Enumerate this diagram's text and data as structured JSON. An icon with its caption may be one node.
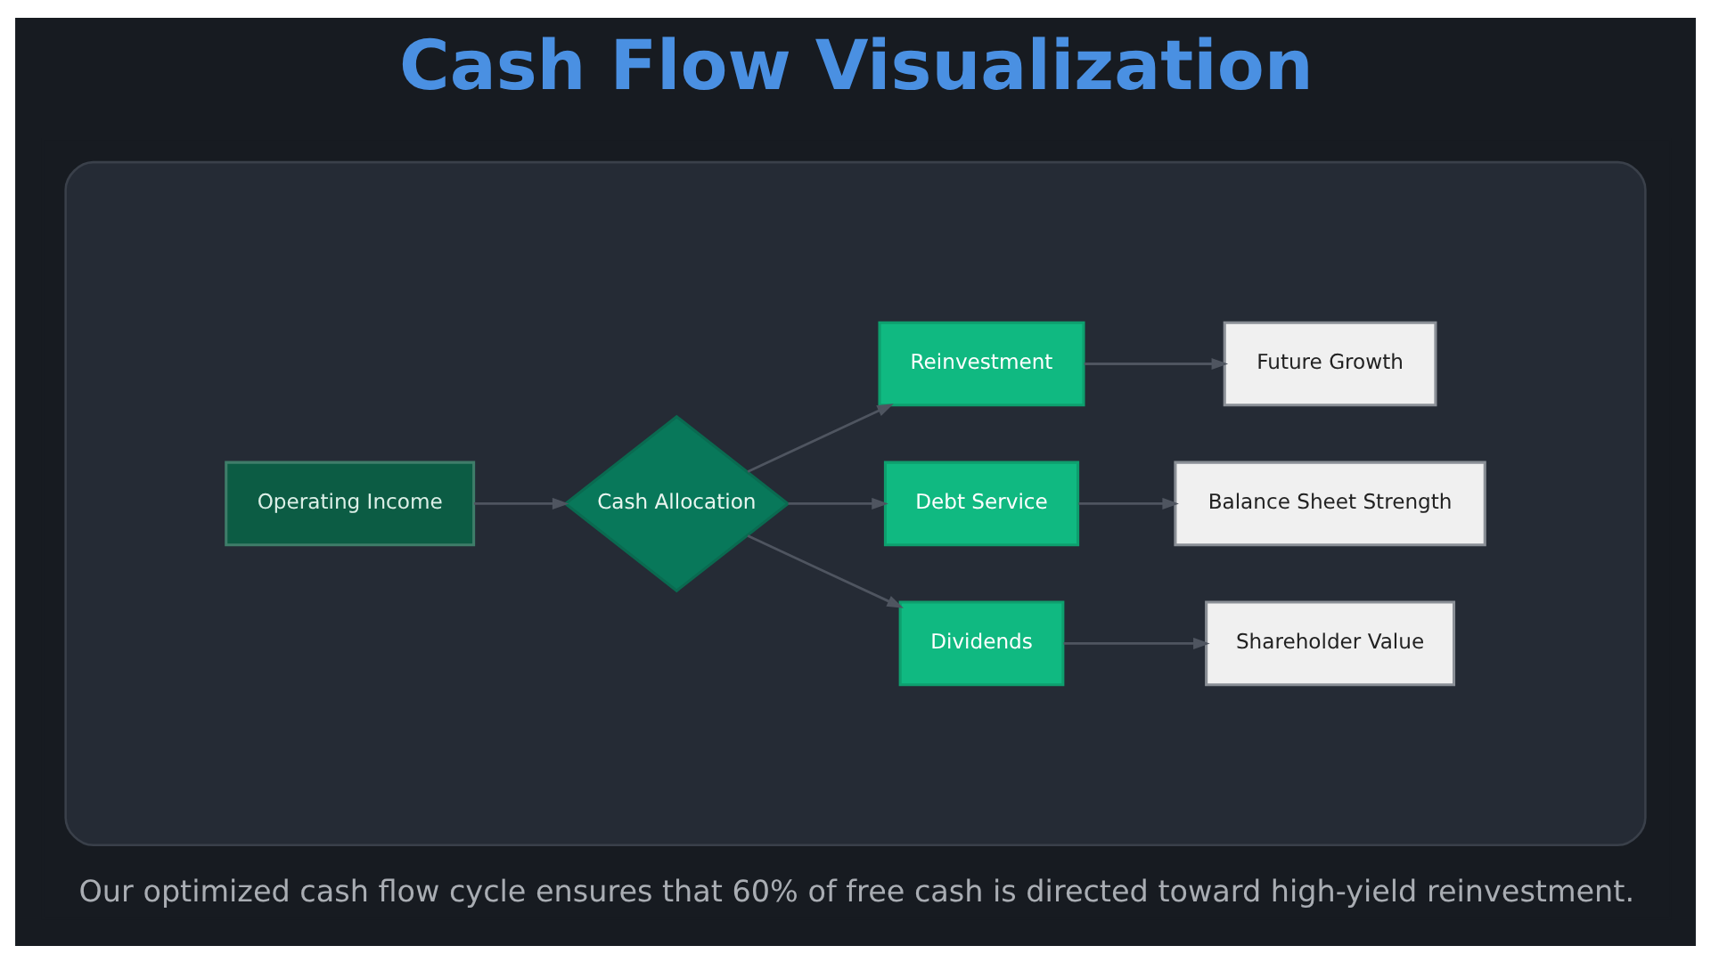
{
  "diagram": {
    "title": "Cash Flow Visualization",
    "caption": "Our optimized cash flow cycle ensures that 60% of free cash is directed toward high-yield reinvestment.",
    "nodes": [
      {
        "text": [],
        "shape": "box"
      },
      {
        "text": [
          "Operating Income"
        ],
        "in": 0
      },
      {
        "text": [
          "Cash Allocation"
        ],
        "in": 0
      },
      {
        "text": [
          "Reinvestment"
        ],
        "in": 0
      },
      {
        "text": [
          "Debt Service"
        ],
        "in": 0
      },
      {
        "text": [
          "Dividends"
        ],
        "in": 0
      },
      {
        "text": [
          "Future Growth"
        ],
        "in": 0
      },
      {
        "text": [
          "Balance Sheet Strength"
        ],
        "in": 0
      },
      {
        "text": [
          "Shareholder Value"
        ],
        "in": 0
      }
    ],
    "edges": [
      {
        "from": 1,
        "to": 2,
        "arrow": "to"
      },
      {
        "from": 2,
        "to": 3,
        "arrow": "to"
      },
      {
        "from": 2,
        "to": 4,
        "arrow": "to"
      },
      {
        "from": 2,
        "to": 5,
        "arrow": "to"
      },
      {
        "from": 3,
        "to": 6,
        "arrow": "to"
      },
      {
        "from": 4,
        "to": 7,
        "arrow": "to"
      },
      {
        "from": 5,
        "to": 8,
        "arrow": "to"
      }
    ]
  }
}
